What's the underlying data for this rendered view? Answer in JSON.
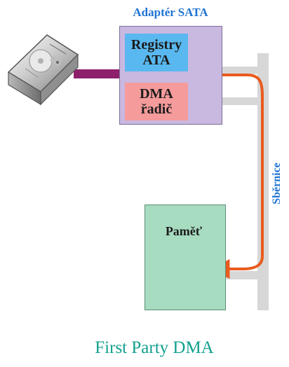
{
  "adapter": {
    "title": "Adaptér SATA"
  },
  "blocks": {
    "registry": {
      "line1": "Registry",
      "line2": "ATA"
    },
    "dma": {
      "line1": "DMA",
      "line2": "řadič"
    },
    "memory": "Paměť"
  },
  "bus": {
    "label": "Sběrnice"
  },
  "footer": {
    "title": "First Party DMA"
  },
  "colors": {
    "adapter_fill": "#c9b8e0",
    "registry_fill": "#59b8ef",
    "dma_fill": "#f59b9b",
    "memory_fill": "#a7dcc0",
    "bus_fill": "#d7d7d7",
    "flow_line": "#e95b1d",
    "title_blue": "#1e73d2",
    "footer_teal": "#13a08f"
  }
}
